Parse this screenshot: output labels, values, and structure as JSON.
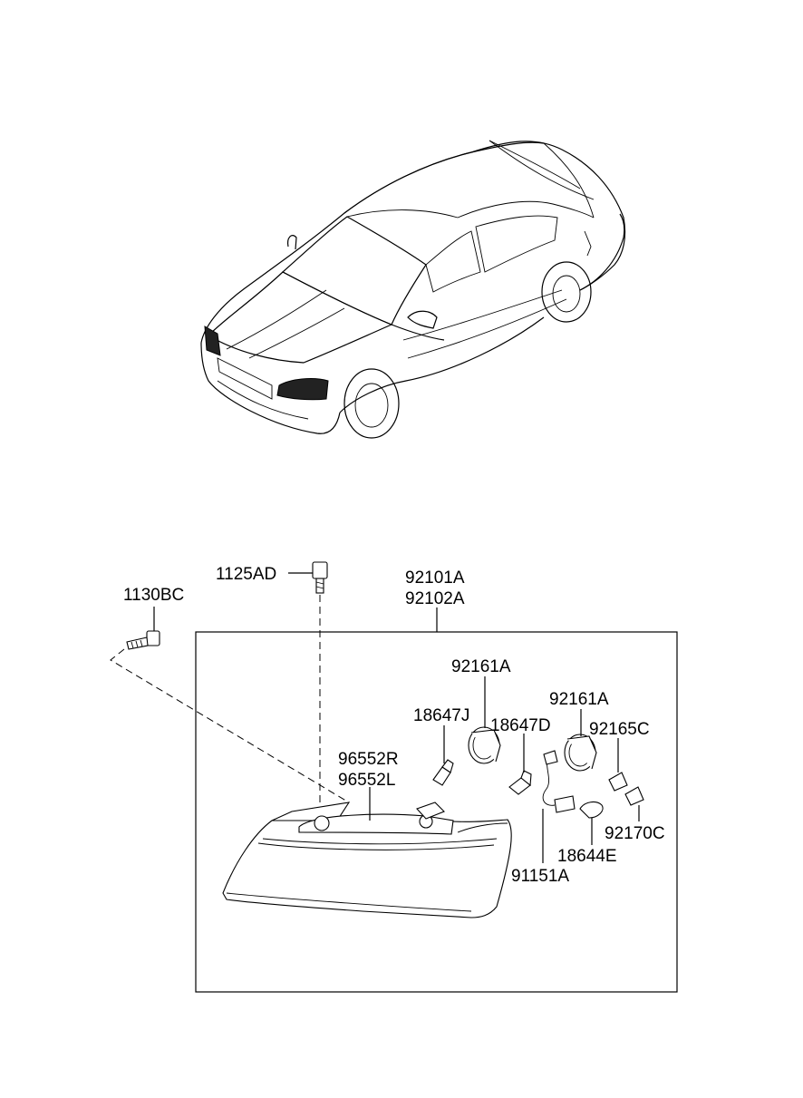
{
  "labels": {
    "bolt_1130": "1130BC",
    "bolt_1125": "1125AD",
    "assy_left": "92101A",
    "assy_right": "92102A",
    "socket_a": "92161A",
    "socket_b": "92161A",
    "bulb_j": "18647J",
    "bulb_d": "18647D",
    "actuator_r": "96552R",
    "actuator_l": "96552L",
    "socket_c": "92165C",
    "socket_d": "92170C",
    "bulb_e": "18644E",
    "wiring": "91151A"
  }
}
